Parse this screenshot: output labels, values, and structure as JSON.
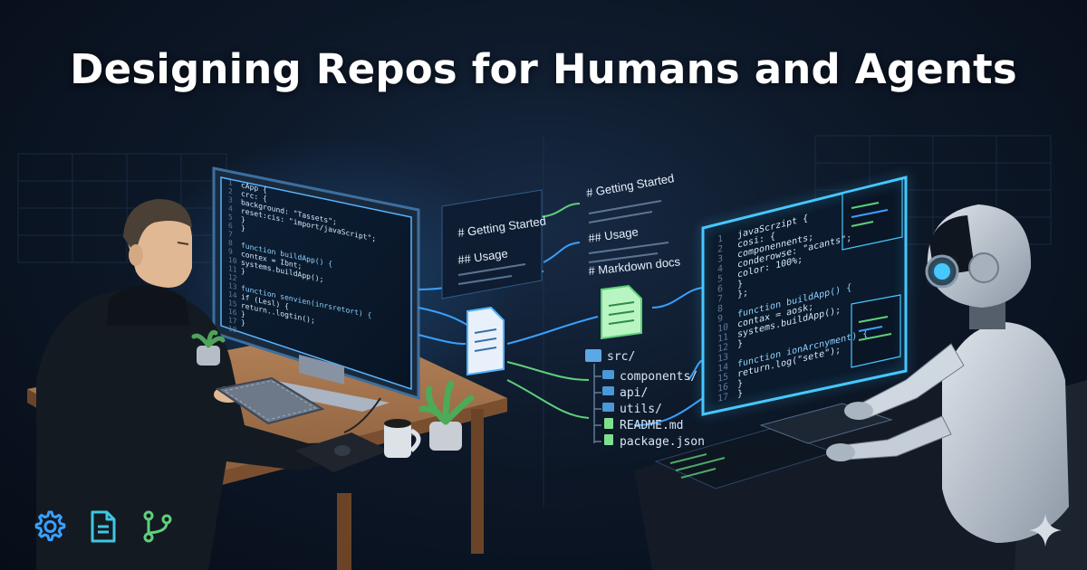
{
  "title": "Designing Repos for Humans and Agents",
  "docs_flow": {
    "left_headings": [
      "# Getting Started",
      "## Usage"
    ],
    "right_headings": [
      "# Getting Started",
      "## Usage",
      "# Markdown docs"
    ]
  },
  "file_tree": {
    "root": "src/",
    "items": [
      "components/",
      "api/",
      "utils/",
      "README.md",
      "package.json"
    ]
  },
  "human_screen": {
    "line_numbers": [
      "1",
      "2",
      "3",
      "4",
      "5",
      "6",
      "7",
      "8",
      "9",
      "10",
      "11",
      "12",
      "13",
      "14",
      "15",
      "16",
      "17",
      "18"
    ],
    "code_lines": [
      "cApp {",
      "  crc: {",
      "    background: \"Tassets\";",
      "    reset:cis: \"import/javaScript\";",
      "  }",
      "}",
      "",
      "function buildApp() {",
      "  contex = Ibnt;",
      "  systems.buildApp();",
      "}",
      "",
      "function senvien(inrsretort) {",
      "  if (Lesl) {",
      "    return..logtin();",
      "  }",
      "}"
    ]
  },
  "agent_screen": {
    "line_numbers": [
      "1",
      "2",
      "3",
      "4",
      "5",
      "6",
      "7",
      "8",
      "9",
      "10",
      "11",
      "12",
      "13",
      "14",
      "15",
      "16",
      "17"
    ],
    "code_lines": [
      "javaScrzipt {",
      "  cosi: {",
      "    componennents;",
      "    conderowse: \"acants\";",
      "    color: 100%;",
      "  }",
      "};",
      "",
      "function buildApp() {",
      "  contax = aosk;",
      "  systems.buildApp();",
      "}",
      "",
      "function ionArcnyment) {",
      "  return.log(\"sete\");",
      "}",
      "}"
    ]
  },
  "bottom_icons": [
    "gear-icon",
    "document-icon",
    "git-branch-icon"
  ],
  "colors": {
    "accent_blue": "#3aa0ff",
    "accent_green": "#5fd07a",
    "glow_cyan": "#46c8ff",
    "title": "#ffffff"
  }
}
